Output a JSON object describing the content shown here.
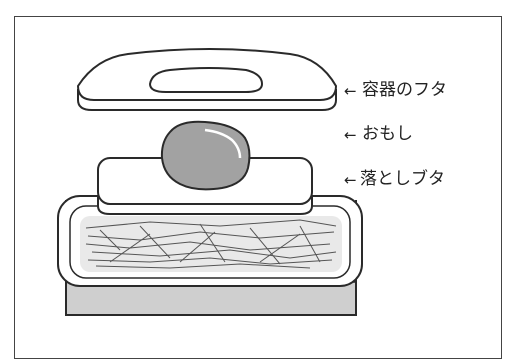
{
  "labels": {
    "container_lid": "容器のフタ",
    "weight": "おもし",
    "drop_lid": "落としブタ"
  },
  "arrow_glyph": "←",
  "colors": {
    "line": "#2a2a2a",
    "stone_fill": "#9d9d9d",
    "container_band": "#c9c9c9",
    "white": "#ffffff"
  }
}
